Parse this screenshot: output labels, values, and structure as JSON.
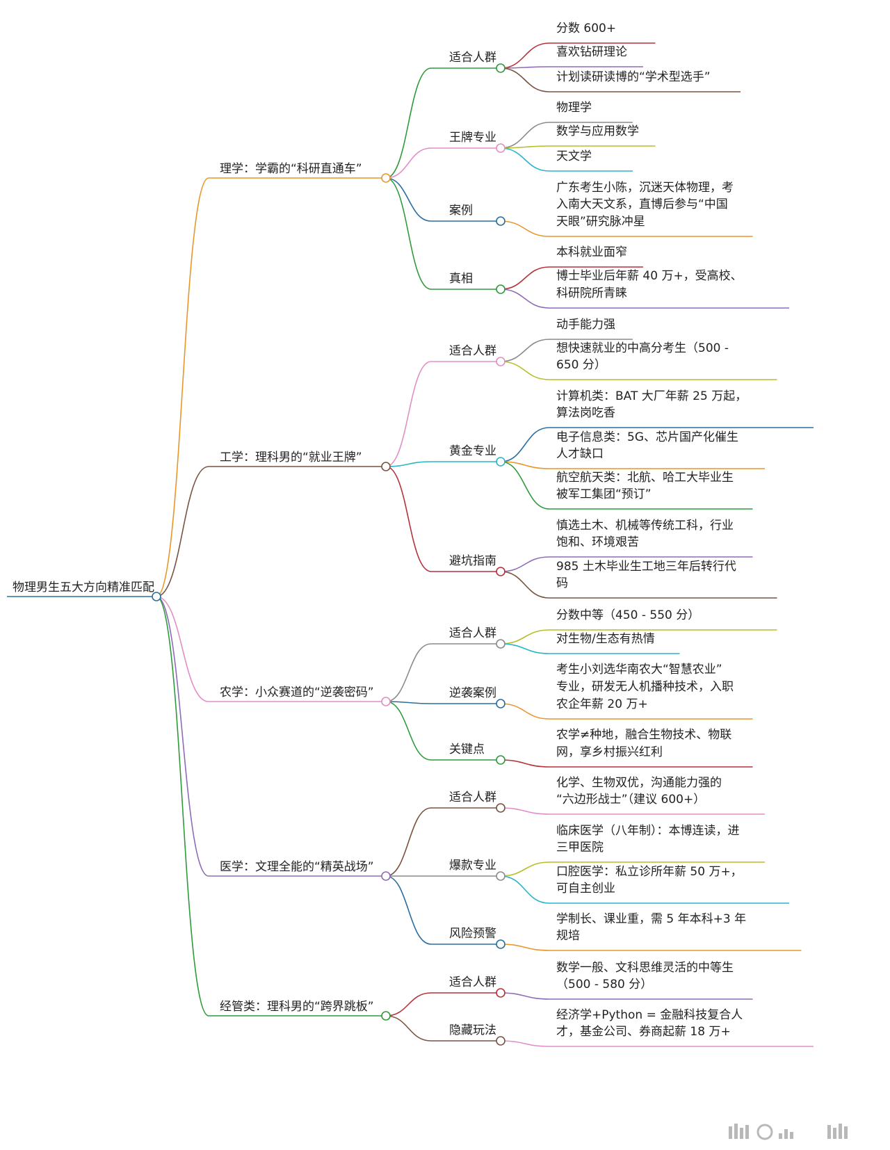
{
  "root": "物理男生五大方向精准匹配",
  "branches": [
    {
      "label": "理学：学霸的“科研直通车”",
      "color": "#e8962a",
      "children": [
        {
          "label": "适合人群",
          "color": "#2e9a3a",
          "leaves": [
            {
              "lines": [
                "分数 600+"
              ],
              "color": "#b5303a"
            },
            {
              "lines": [
                "喜欢钻研理论"
              ],
              "color": "#8e6bb8"
            },
            {
              "lines": [
                "计划读研读博的“学术型选手”"
              ],
              "color": "#7a5240"
            }
          ]
        },
        {
          "label": "王牌专业",
          "color": "#e28ec6",
          "leaves": [
            {
              "lines": [
                "物理学"
              ],
              "color": "#8a8a8a"
            },
            {
              "lines": [
                "数学与应用数学"
              ],
              "color": "#b9bd2a"
            },
            {
              "lines": [
                "天文学"
              ],
              "color": "#2ab5c8"
            }
          ]
        },
        {
          "label": "案例",
          "color": "#2a6ea0",
          "leaves": [
            {
              "lines": [
                "广东考生小陈，沉迷天体物理，考",
                "入南大天文系，直博后参与“中国",
                "天眼”研究脉冲星"
              ],
              "color": "#e8962a"
            }
          ]
        },
        {
          "label": "真相",
          "color": "#2e9a3a",
          "leaves": [
            {
              "lines": [
                "本科就业面窄"
              ],
              "color": "#b5303a"
            },
            {
              "lines": [
                "博士毕业后年薪 40 万+，受高校、",
                "科研院所青睐"
              ],
              "color": "#8e6bb8"
            }
          ]
        }
      ]
    },
    {
      "label": "工学：理科男的“就业王牌”",
      "color": "#7a5240",
      "children": [
        {
          "label": "适合人群",
          "color": "#e28ec6",
          "leaves": [
            {
              "lines": [
                "动手能力强"
              ],
              "color": "#8a8a8a"
            },
            {
              "lines": [
                "想快速就业的中高分考生（500 -",
                "650 分）"
              ],
              "color": "#b9bd2a"
            }
          ]
        },
        {
          "label": "黄金专业",
          "color": "#2ab5c8",
          "leaves": [
            {
              "lines": [
                "计算机类：BAT 大厂年薪 25 万起，",
                "算法岗吃香"
              ],
              "color": "#2a6ea0"
            },
            {
              "lines": [
                "电子信息类：5G、芯片国产化催生",
                "人才缺口"
              ],
              "color": "#e8962a"
            },
            {
              "lines": [
                "航空航天类：北航、哈工大毕业生",
                "被军工集团“预订”"
              ],
              "color": "#2e9a3a"
            }
          ]
        },
        {
          "label": "避坑指南",
          "color": "#b5303a",
          "leaves": [
            {
              "lines": [
                "慎选土木、机械等传统工科，行业",
                "饱和、环境艰苦"
              ],
              "color": "#8e6bb8"
            },
            {
              "lines": [
                "985 土木毕业生工地三年后转行代",
                "码"
              ],
              "color": "#7a5240"
            }
          ]
        }
      ]
    },
    {
      "label": "农学：小众赛道的“逆袭密码”",
      "color": "#e28ec6",
      "children": [
        {
          "label": "适合人群",
          "color": "#8a8a8a",
          "leaves": [
            {
              "lines": [
                "分数中等（450 - 550 分）"
              ],
              "color": "#b9bd2a"
            },
            {
              "lines": [
                "对生物/生态有热情"
              ],
              "color": "#2ab5c8"
            }
          ]
        },
        {
          "label": "逆袭案例",
          "color": "#2a6ea0",
          "leaves": [
            {
              "lines": [
                "考生小刘选华南农大“智慧农业”",
                "专业，研发无人机播种技术，入职",
                "农企年薪 20 万+"
              ],
              "color": "#e8962a"
            }
          ]
        },
        {
          "label": "关键点",
          "color": "#2e9a3a",
          "leaves": [
            {
              "lines": [
                "农学≠种地，融合生物技术、物联",
                "网，享乡村振兴红利"
              ],
              "color": "#b5303a"
            }
          ]
        }
      ]
    },
    {
      "label": "医学：文理全能的“精英战场”",
      "color": "#8e6bb8",
      "children": [
        {
          "label": "适合人群",
          "color": "#7a5240",
          "leaves": [
            {
              "lines": [
                "化学、生物双优，沟通能力强的",
                "“六边形战士”（建议 600+）"
              ],
              "color": "#e28ec6"
            }
          ]
        },
        {
          "label": "爆款专业",
          "color": "#8a8a8a",
          "leaves": [
            {
              "lines": [
                "临床医学（八年制）：本博连读，进",
                "三甲医院"
              ],
              "color": "#b9bd2a"
            },
            {
              "lines": [
                "口腔医学：私立诊所年薪 50 万+，",
                "可自主创业"
              ],
              "color": "#2ab5c8"
            }
          ]
        },
        {
          "label": "风险预警",
          "color": "#2a6ea0",
          "leaves": [
            {
              "lines": [
                "学制长、课业重，需 5 年本科+3 年",
                "规培"
              ],
              "color": "#e8962a"
            }
          ]
        }
      ]
    },
    {
      "label": "经管类：理科男的“跨界跳板”",
      "color": "#2e9a3a",
      "children": [
        {
          "label": "适合人群",
          "color": "#b5303a",
          "leaves": [
            {
              "lines": [
                "数学一般、文科思维灵活的中等生",
                "（500 - 580 分）"
              ],
              "color": "#8e6bb8"
            }
          ]
        },
        {
          "label": "隐藏玩法",
          "color": "#7a5240",
          "leaves": [
            {
              "lines": [
                "经济学+Python = 金融科技复合人",
                "才，基金公司、券商起薪 18 万+"
              ],
              "color": "#e28ec6"
            }
          ]
        }
      ]
    }
  ],
  "root_color": "#2a6ea0"
}
